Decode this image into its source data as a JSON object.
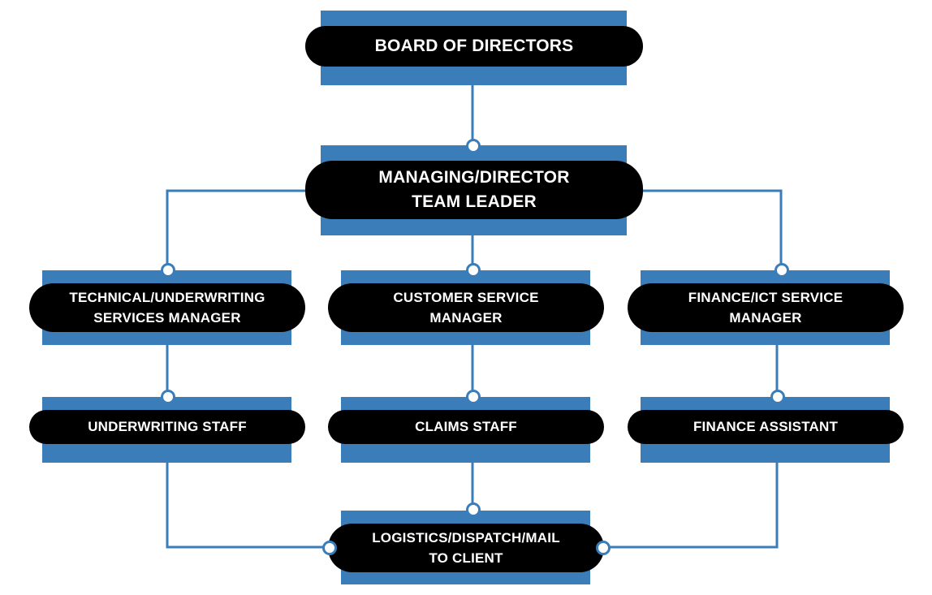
{
  "colors": {
    "plate": "#3a7db8",
    "pill": "#000000",
    "pill_text": "#ffffff",
    "connector": "#3a7db8"
  },
  "nodes": {
    "board": {
      "lines": [
        "BOARD OF DIRECTORS"
      ]
    },
    "managing": {
      "lines": [
        "MANAGING/DIRECTOR",
        "TEAM LEADER"
      ]
    },
    "technical": {
      "lines": [
        "TECHNICAL/UNDERWRITING",
        "SERVICES MANAGER"
      ]
    },
    "customer": {
      "lines": [
        "CUSTOMER SERVICE",
        "MANAGER"
      ]
    },
    "finance_ict": {
      "lines": [
        "FINANCE/ICT SERVICE",
        "MANAGER"
      ]
    },
    "underwriting_staff": {
      "lines": [
        "UNDERWRITING STAFF"
      ]
    },
    "claims_staff": {
      "lines": [
        "CLAIMS STAFF"
      ]
    },
    "finance_assistant": {
      "lines": [
        "FINANCE ASSISTANT"
      ]
    },
    "logistics": {
      "lines": [
        "LOGISTICS/DISPATCH/MAIL",
        "TO CLIENT"
      ]
    }
  }
}
